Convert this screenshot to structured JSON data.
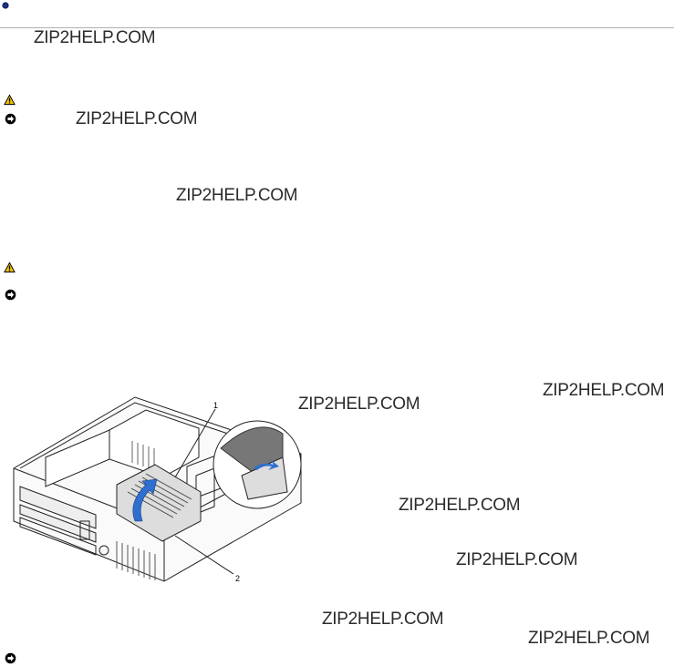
{
  "watermark_text": "ZIP2HELP.COM",
  "figure": {
    "callout_1": "1",
    "callout_2": "2"
  },
  "icons": {
    "bullet": "bullet-dot-icon",
    "caution": "caution-triangle-icon",
    "notice": "notice-arrow-icon"
  },
  "colors": {
    "caution_fill": "#f2c200",
    "notice_fill": "#000000",
    "arrow_blue": "#2e6fcf",
    "rule": "#b0b0b0"
  }
}
